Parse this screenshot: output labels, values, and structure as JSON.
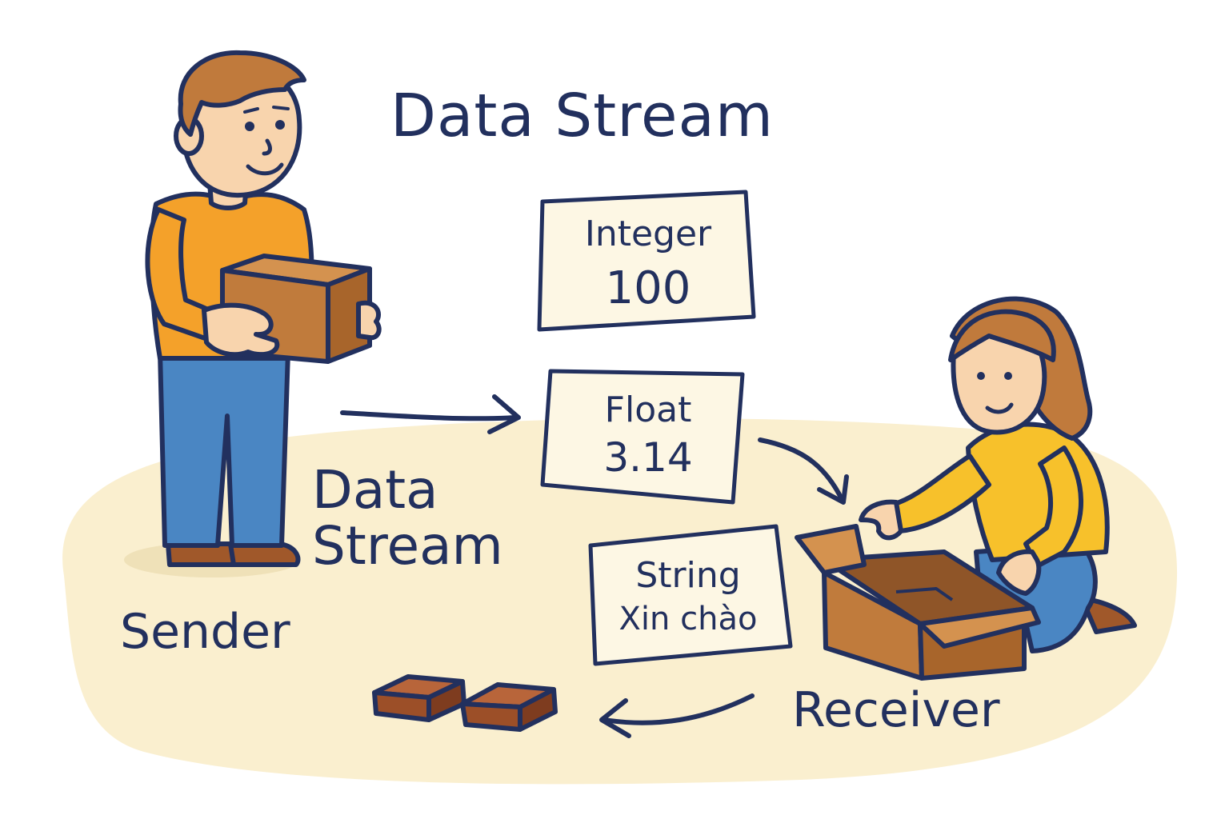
{
  "title": "Data Stream",
  "stream_label": "Data\nStream",
  "sender_label": "Sender",
  "receiver_label": "Receiver",
  "cards": [
    {
      "type": "Integer",
      "value": "100"
    },
    {
      "type": "Float",
      "value": "3.14"
    },
    {
      "type": "String",
      "value": "Xin chào"
    }
  ],
  "colors": {
    "ink": "#22305e",
    "ground": "#faefcf",
    "card_fill": "#fdf7e4",
    "box": "#c07b3c",
    "brick": "#9c4f28",
    "sender_shirt": "#f4a12a",
    "receiver_shirt": "#f7c12b",
    "jeans": "#4a86c3",
    "skin": "#f8d4ad",
    "hair": "#c07a3c"
  },
  "icons": [
    "sender-person-icon",
    "receiver-person-icon",
    "box-icon",
    "open-box-icon",
    "brick-icon",
    "arrow-icon"
  ]
}
